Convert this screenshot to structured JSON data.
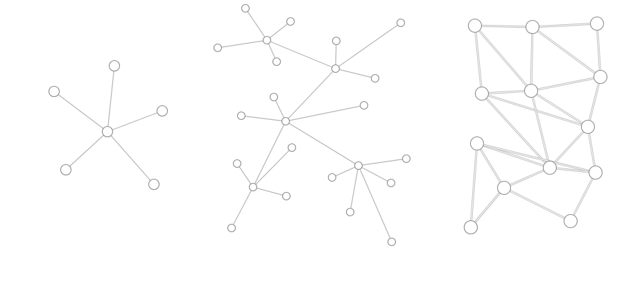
{
  "diagrams": [
    {
      "id": "star",
      "nodes": [
        {
          "id": "hub"
        },
        {
          "id": "n1"
        },
        {
          "id": "n2"
        },
        {
          "id": "n3"
        },
        {
          "id": "n4"
        },
        {
          "id": "n5"
        }
      ],
      "edges": [
        [
          "hub",
          "n1"
        ],
        [
          "hub",
          "n2"
        ],
        [
          "hub",
          "n3"
        ],
        [
          "hub",
          "n4"
        ],
        [
          "hub",
          "n5"
        ]
      ]
    },
    {
      "id": "hierarchical-tree",
      "nodes": [
        {
          "id": "a"
        },
        {
          "id": "a1"
        },
        {
          "id": "a2"
        },
        {
          "id": "a3"
        },
        {
          "id": "a4"
        },
        {
          "id": "b"
        },
        {
          "id": "b1"
        },
        {
          "id": "b2"
        },
        {
          "id": "b3"
        },
        {
          "id": "c"
        },
        {
          "id": "c1"
        },
        {
          "id": "c2"
        },
        {
          "id": "c3"
        },
        {
          "id": "d"
        },
        {
          "id": "d1"
        },
        {
          "id": "d2"
        },
        {
          "id": "d3"
        },
        {
          "id": "d4"
        },
        {
          "id": "e"
        },
        {
          "id": "e1"
        },
        {
          "id": "e2"
        },
        {
          "id": "e3"
        },
        {
          "id": "e4"
        }
      ],
      "edges": [
        [
          "a",
          "a1"
        ],
        [
          "a",
          "a2"
        ],
        [
          "a",
          "a3"
        ],
        [
          "a",
          "a4"
        ],
        [
          "a",
          "b"
        ],
        [
          "b",
          "b1"
        ],
        [
          "b",
          "b2"
        ],
        [
          "b",
          "b3"
        ],
        [
          "b",
          "c"
        ],
        [
          "c",
          "c1"
        ],
        [
          "c",
          "c2"
        ],
        [
          "c",
          "c3"
        ],
        [
          "c",
          "d"
        ],
        [
          "c",
          "e"
        ],
        [
          "d",
          "d1"
        ],
        [
          "d",
          "d2"
        ],
        [
          "d",
          "d3"
        ],
        [
          "d",
          "d4"
        ],
        [
          "e",
          "e1"
        ],
        [
          "e",
          "e2"
        ],
        [
          "e",
          "e3"
        ],
        [
          "e",
          "e4"
        ]
      ]
    },
    {
      "id": "triangular-mesh",
      "nodes": [
        {
          "id": "m1"
        },
        {
          "id": "m2"
        },
        {
          "id": "m3"
        },
        {
          "id": "m4"
        },
        {
          "id": "m5"
        },
        {
          "id": "m6"
        },
        {
          "id": "m7"
        },
        {
          "id": "m8"
        },
        {
          "id": "m9"
        },
        {
          "id": "m10"
        },
        {
          "id": "m11"
        },
        {
          "id": "m12"
        },
        {
          "id": "m13"
        },
        {
          "id": "m14"
        }
      ],
      "edges": [
        [
          "m1",
          "m2"
        ],
        [
          "m2",
          "m3"
        ],
        [
          "m1",
          "m4"
        ],
        [
          "m1",
          "m5"
        ],
        [
          "m2",
          "m5"
        ],
        [
          "m2",
          "m6"
        ],
        [
          "m3",
          "m6"
        ],
        [
          "m4",
          "m5"
        ],
        [
          "m5",
          "m6"
        ],
        [
          "m4",
          "m7"
        ],
        [
          "m4",
          "m9"
        ],
        [
          "m5",
          "m7"
        ],
        [
          "m5",
          "m9"
        ],
        [
          "m6",
          "m7"
        ],
        [
          "m7",
          "m9"
        ],
        [
          "m7",
          "m10"
        ],
        [
          "m8",
          "m9"
        ],
        [
          "m8",
          "m10"
        ],
        [
          "m8",
          "m11"
        ],
        [
          "m8",
          "m12"
        ],
        [
          "m9",
          "m10"
        ],
        [
          "m9",
          "m11"
        ],
        [
          "m10",
          "m13"
        ],
        [
          "m11",
          "m12"
        ],
        [
          "m11",
          "m13"
        ],
        [
          "m11",
          "m14"
        ],
        [
          "m12",
          "m14"
        ]
      ]
    }
  ]
}
